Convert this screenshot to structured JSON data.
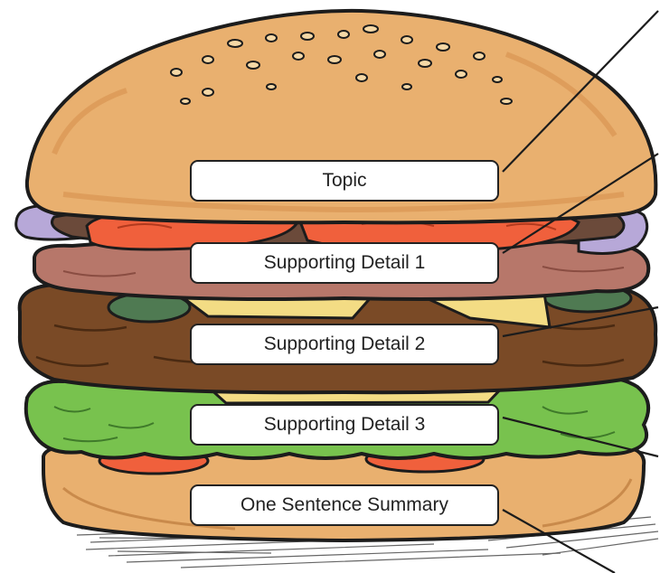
{
  "layers": {
    "topic": "Topic",
    "detail_1": "Supporting Detail 1",
    "detail_2": "Supporting Detail 2",
    "detail_3": "Supporting Detail 3",
    "summary": "One Sentence Summary"
  },
  "colors": {
    "bun": "#e9b06f",
    "bun_shadow": "#d89553",
    "onion": "#b7a8d8",
    "tomato": "#f0603c",
    "meat_slice": "#b7776a",
    "cheese": "#f3dc84",
    "pickle": "#4f7a52",
    "patty": "#7a4a26",
    "lettuce": "#78c24e",
    "outline": "#1c1c1c"
  }
}
